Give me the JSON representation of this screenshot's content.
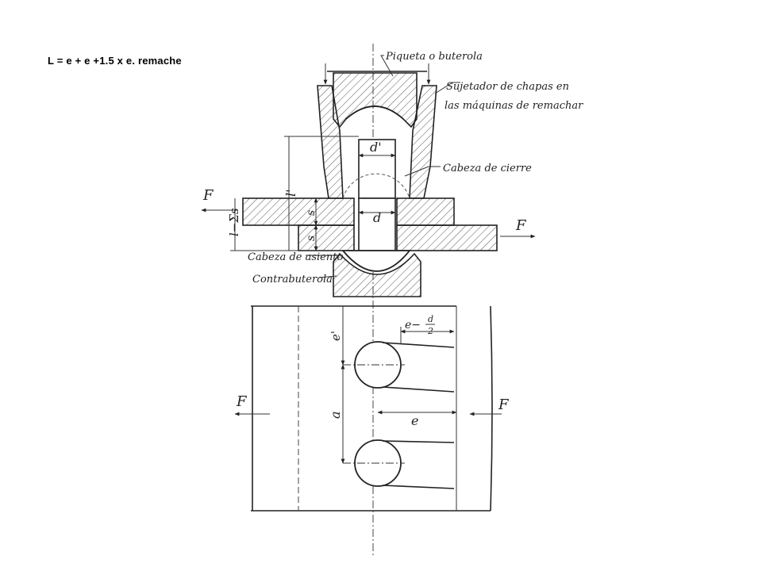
{
  "slide": {
    "formula": "L = e + e +1.5 x e. remache"
  },
  "labels": {
    "piqueta": "Piqueta o buterola",
    "sujetador_1": "Sujetador de chapas en",
    "sujetador_2": "las máquinas de remachar",
    "cabeza_cierre": "Cabeza de cierre",
    "cabeza_asiento": "Cabeza de asiento",
    "contrabuterola": "Contrabuterola"
  },
  "symbols": {
    "force": "F",
    "d_prime": "d'",
    "d": "d",
    "l_prime": "l'",
    "l_minus_sum_s": "l−Σs",
    "s": "s",
    "e": "e",
    "e_prime": "e'",
    "e_minus_d_2": "e−",
    "frac_num": "d",
    "frac_den": "2",
    "a": "a"
  }
}
